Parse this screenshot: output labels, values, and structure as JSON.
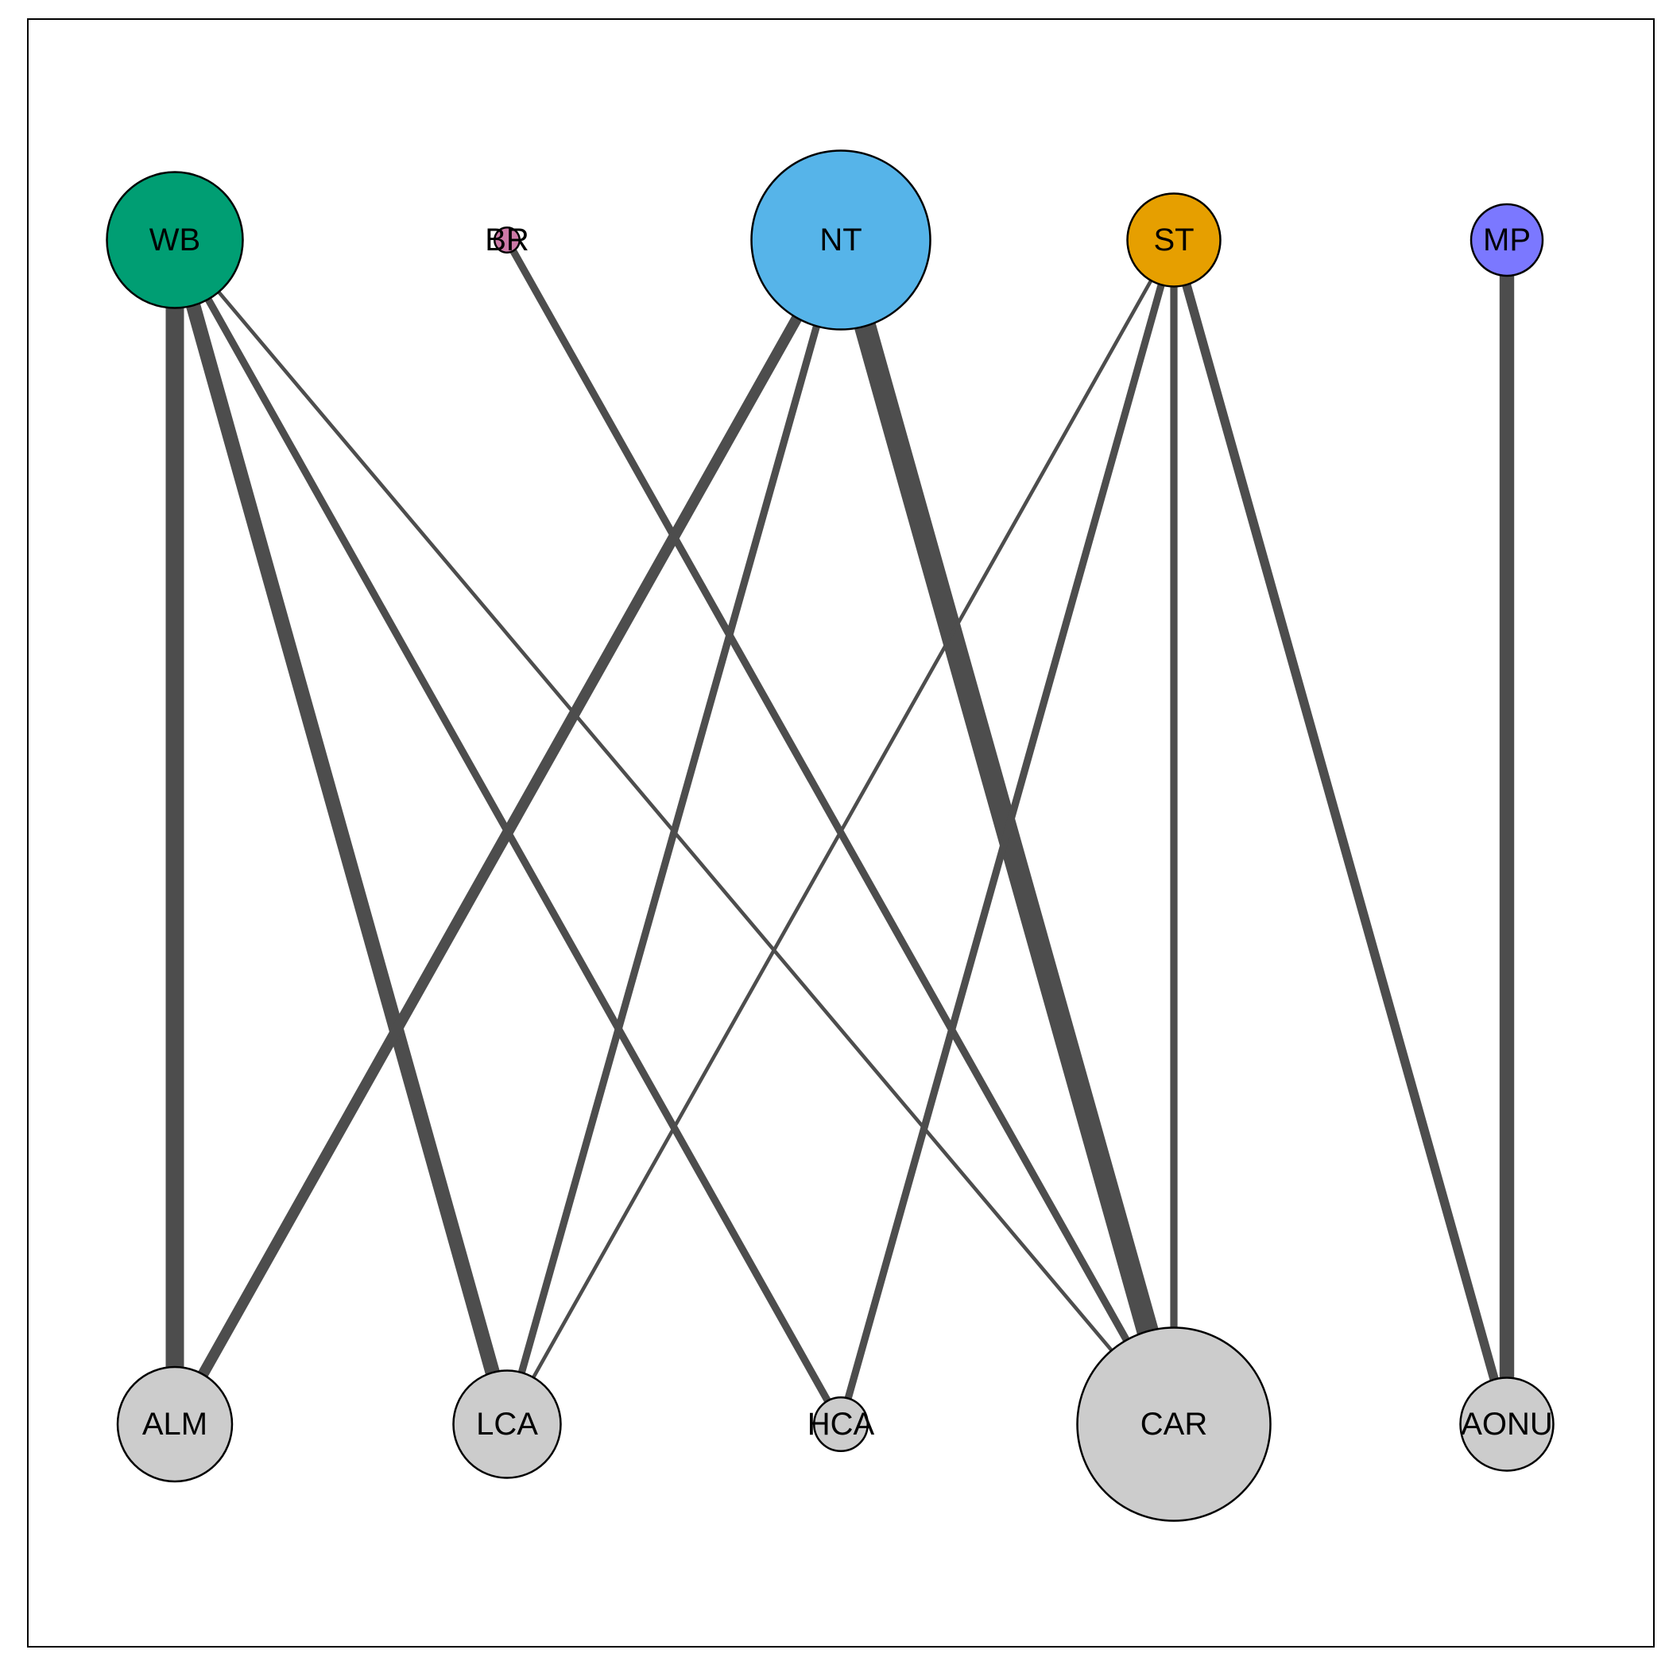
{
  "diagram": {
    "type": "bipartite-network",
    "edge_color": "#4d4d4d",
    "node_stroke": "#000000",
    "top_nodes": [
      {
        "id": "WB",
        "label": "WB",
        "color": "#009e73",
        "weight": 1.9
      },
      {
        "id": "BR",
        "label": "BR",
        "color": "#cc79a7",
        "weight": 0.35
      },
      {
        "id": "NT",
        "label": "NT",
        "color": "#56b4e9",
        "weight": 2.5
      },
      {
        "id": "ST",
        "label": "ST",
        "color": "#e69f00",
        "weight": 1.3
      },
      {
        "id": "MP",
        "label": "MP",
        "color": "#7b78ff",
        "weight": 1.0
      }
    ],
    "bottom_nodes": [
      {
        "id": "ALM",
        "label": "ALM",
        "color": "#cccccc",
        "weight": 1.6
      },
      {
        "id": "LCA",
        "label": "LCA",
        "color": "#cccccc",
        "weight": 1.5
      },
      {
        "id": "HCA",
        "label": "HCA",
        "color": "#cccccc",
        "weight": 0.75
      },
      {
        "id": "CAR",
        "label": "CAR",
        "color": "#cccccc",
        "weight": 2.7
      },
      {
        "id": "AONU",
        "label": "AONU",
        "color": "#cccccc",
        "weight": 1.3
      }
    ],
    "edges": [
      {
        "from": "WB",
        "to": "ALM",
        "weight": 5
      },
      {
        "from": "WB",
        "to": "LCA",
        "weight": 4
      },
      {
        "from": "WB",
        "to": "HCA",
        "weight": 2
      },
      {
        "from": "WB",
        "to": "CAR",
        "weight": 1
      },
      {
        "from": "BR",
        "to": "CAR",
        "weight": 2
      },
      {
        "from": "NT",
        "to": "ALM",
        "weight": 3
      },
      {
        "from": "NT",
        "to": "LCA",
        "weight": 2
      },
      {
        "from": "NT",
        "to": "CAR",
        "weight": 6
      },
      {
        "from": "ST",
        "to": "LCA",
        "weight": 1
      },
      {
        "from": "ST",
        "to": "HCA",
        "weight": 2
      },
      {
        "from": "ST",
        "to": "CAR",
        "weight": 2
      },
      {
        "from": "ST",
        "to": "AONU",
        "weight": 2.5
      },
      {
        "from": "MP",
        "to": "AONU",
        "weight": 4
      }
    ]
  }
}
